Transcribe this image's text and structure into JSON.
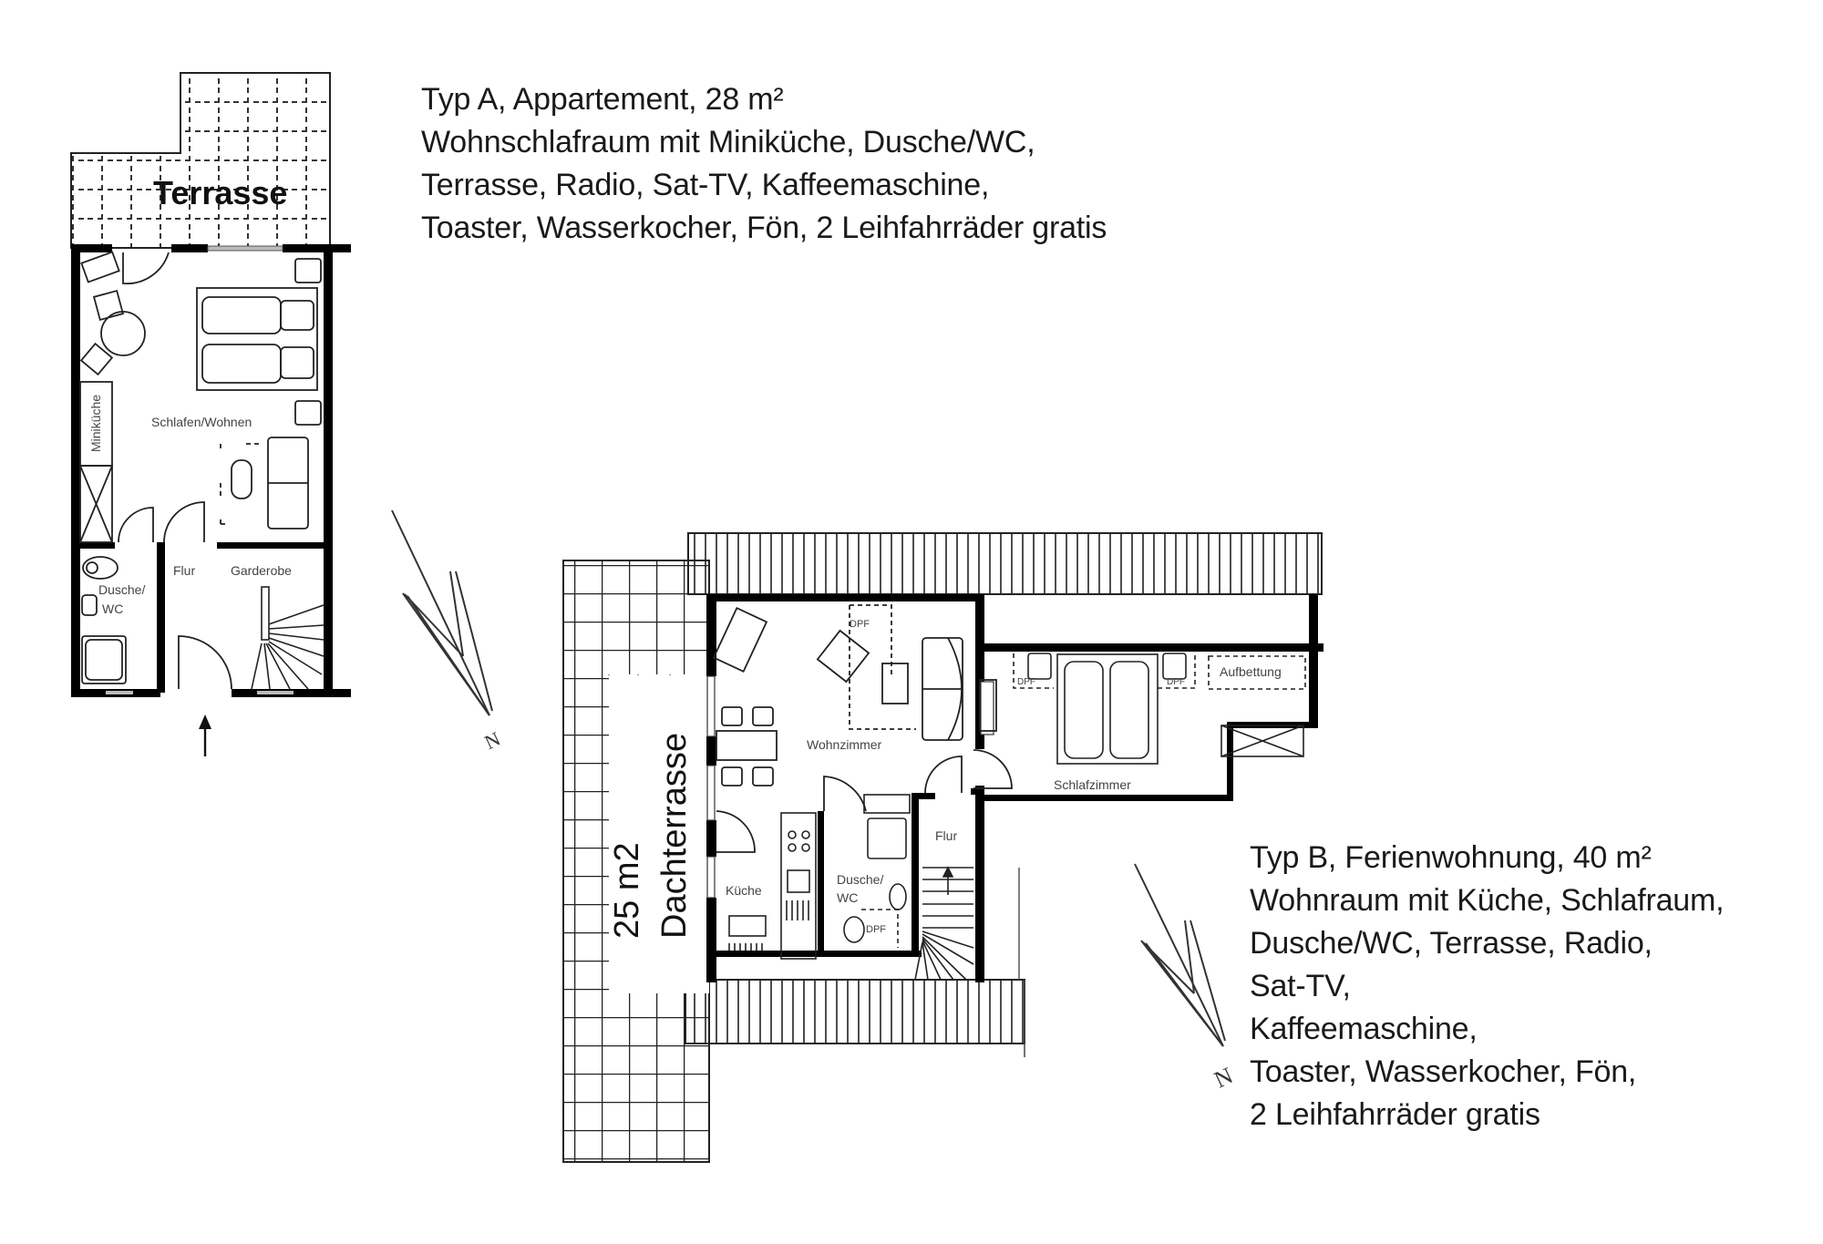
{
  "document": {
    "type": "floor-plan",
    "plans": [
      {
        "id": "typ-a",
        "description_lines": [
          "Typ A, Appartement, 28 m²",
          "Wohnschlafraum mit Miniküche, Dusche/WC,",
          "Terrasse, Radio, Sat-TV, Kaffeemaschine,",
          "Toaster, Wasserkocher, Fön, 2 Leihfahrräder gratis"
        ],
        "room_labels": {
          "terrace": "Terrasse",
          "living_sleeping": "Schlafen/Wohnen",
          "kitchenette": "Miniküche",
          "shower": "Dusche/",
          "wc": "WC",
          "hall": "Flur",
          "wardrobe": "Garderobe"
        },
        "north_label": "N"
      },
      {
        "id": "typ-b",
        "description_lines": [
          "Typ B, Ferienwohnung, 40 m²",
          "Wohnraum mit Küche, Schlafraum,",
          "Dusche/WC, Terrasse, Radio,",
          "Sat-TV,",
          "Kaffeemaschine,",
          "Toaster, Wasserkocher, Fön,",
          "2 Leihfahrräder gratis"
        ],
        "room_labels": {
          "roof_terrace": "Dachterrasse",
          "roof_terrace_area": "25 m2",
          "living": "Wohnzimmer",
          "kitchen": "Küche",
          "shower": "Dusche/",
          "wc": "WC",
          "hall": "Flur",
          "bedroom": "Schlafzimmer",
          "extra_bed": "Aufbettung",
          "dpf1": "DPF",
          "dpf2": "DPF",
          "dpf3": "DPF",
          "dpf4": "DPF"
        },
        "north_label": "N"
      }
    ]
  }
}
